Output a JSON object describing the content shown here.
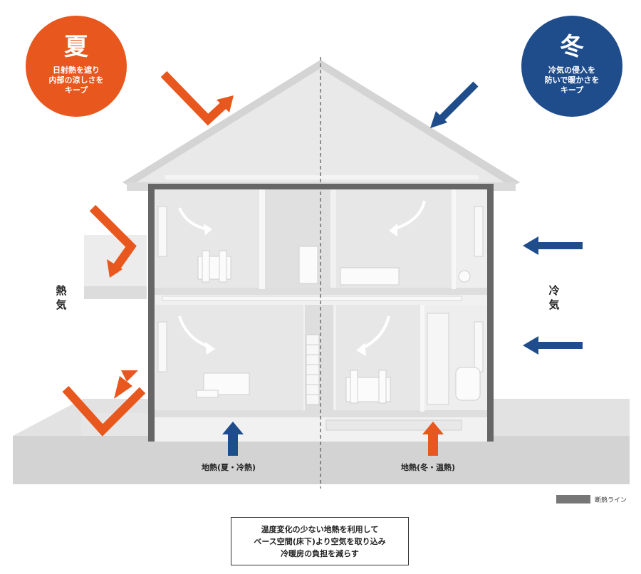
{
  "summer": {
    "title": "夏",
    "description": "日射熱を遮り\n内部の涼しさを\nキープ",
    "side_label": "熱\n気",
    "ground_label": "地熱(夏・冷熱)",
    "color": "#e8571d"
  },
  "winter": {
    "title": "冬",
    "description": "冷気の侵入を\n防いで暖かさを\nキープ",
    "side_label": "冷\n気",
    "ground_label": "地熱(冬・温熱)",
    "color": "#1f4d8c"
  },
  "legend": {
    "label": "断熱ライン",
    "color": "#777777"
  },
  "caption": "温度変化の少ない地熱を利用して\nベース空間(床下)より空気を取り込み\n冷暖房の負担を減らす"
}
